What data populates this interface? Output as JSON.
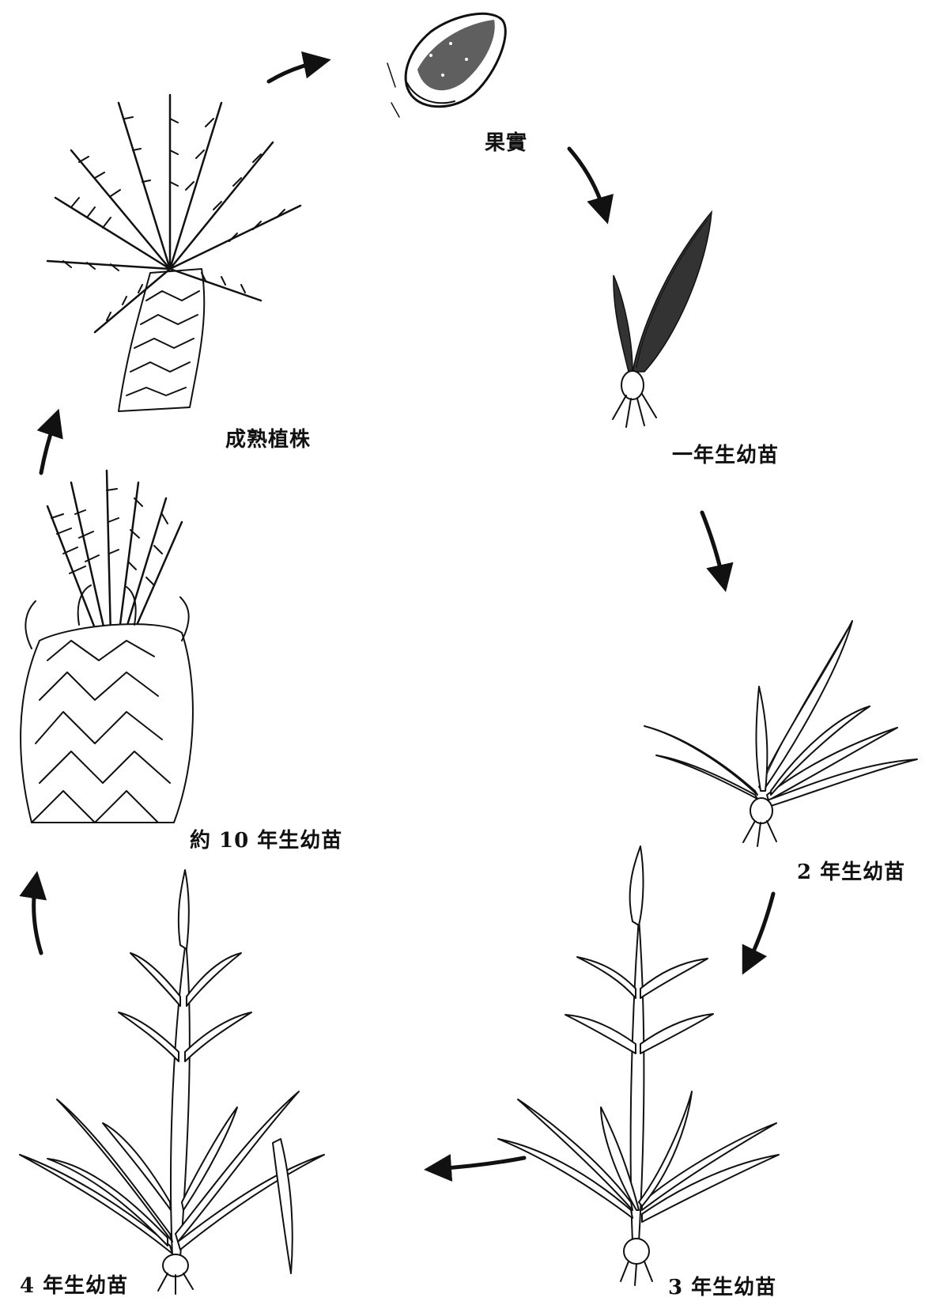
{
  "stages": {
    "fruit": "果實",
    "seedling_1yr": "一年生幼苗",
    "seedling_2yr": "2 年生幼苗",
    "seedling_3yr": "3 年生幼苗",
    "seedling_4yr": "4 年生幼苗",
    "seedling_10yr": "約 10 年生幼苗",
    "mature": "成熟植株"
  },
  "colors": {
    "ink": "#111111",
    "background": "#ffffff"
  }
}
